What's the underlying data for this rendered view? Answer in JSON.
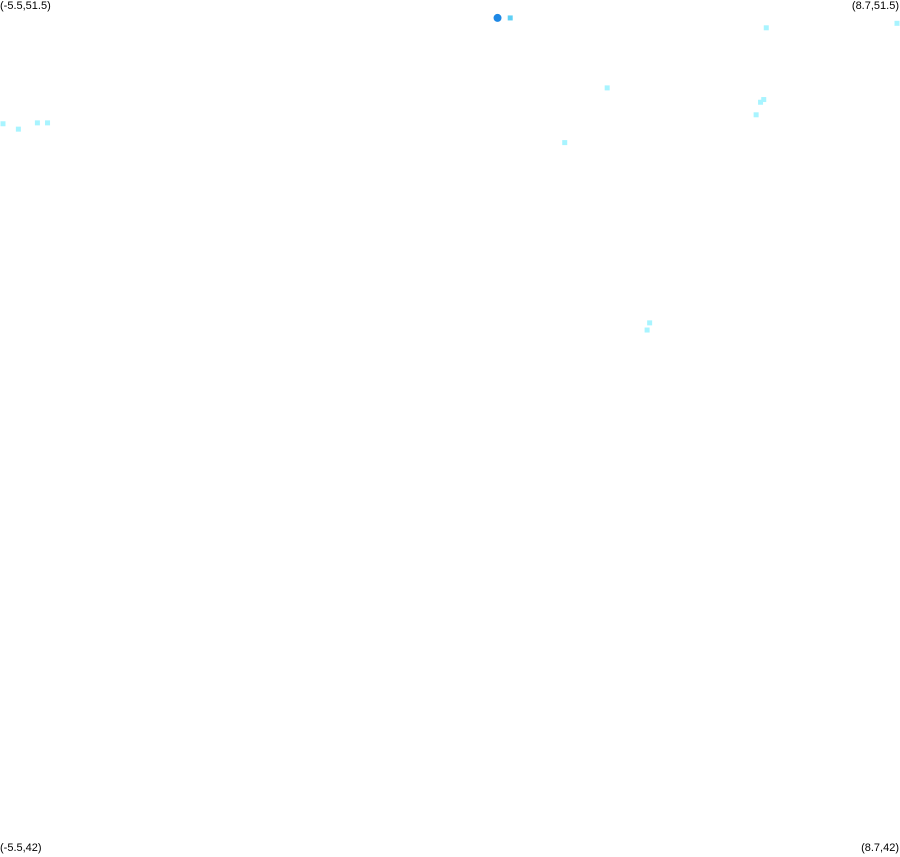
{
  "map": {
    "corners": {
      "top_left": "(-5.5,51.5)",
      "top_right": "(8.7,51.5)",
      "bottom_left": "(-5.5,42)",
      "bottom_right": "(8.7,42)"
    },
    "extent": {
      "lon_min": -5.5,
      "lon_max": 8.7,
      "lat_min": 42,
      "lat_max": 51.5
    },
    "colors": {
      "background": "#ffffff",
      "marker_light": "#a8f4ff",
      "marker_mid": "#5fd0f5",
      "marker_dark": "#1e88e5"
    },
    "markers": [
      {
        "lon": -5.49,
        "lat": 50.12,
        "style": "light"
      },
      {
        "lon": -5.21,
        "lat": 50.06,
        "style": "light"
      },
      {
        "lon": -4.91,
        "lat": 50.13,
        "style": "light"
      },
      {
        "lon": -4.75,
        "lat": 50.13,
        "style": "light"
      },
      {
        "lon": 2.35,
        "lat": 51.3,
        "style": "dark"
      },
      {
        "lon": 2.55,
        "lat": 51.3,
        "style": "mid"
      },
      {
        "lon": 4.08,
        "lat": 50.52,
        "style": "light"
      },
      {
        "lon": 3.41,
        "lat": 49.91,
        "style": "light"
      },
      {
        "lon": 6.59,
        "lat": 51.19,
        "style": "light"
      },
      {
        "lon": 6.55,
        "lat": 50.39,
        "style": "light"
      },
      {
        "lon": 6.5,
        "lat": 50.36,
        "style": "light"
      },
      {
        "lon": 6.43,
        "lat": 50.22,
        "style": "light"
      },
      {
        "lon": 8.68,
        "lat": 51.24,
        "style": "light"
      },
      {
        "lon": 4.75,
        "lat": 47.9,
        "style": "light"
      },
      {
        "lon": 4.71,
        "lat": 47.82,
        "style": "light"
      }
    ]
  }
}
